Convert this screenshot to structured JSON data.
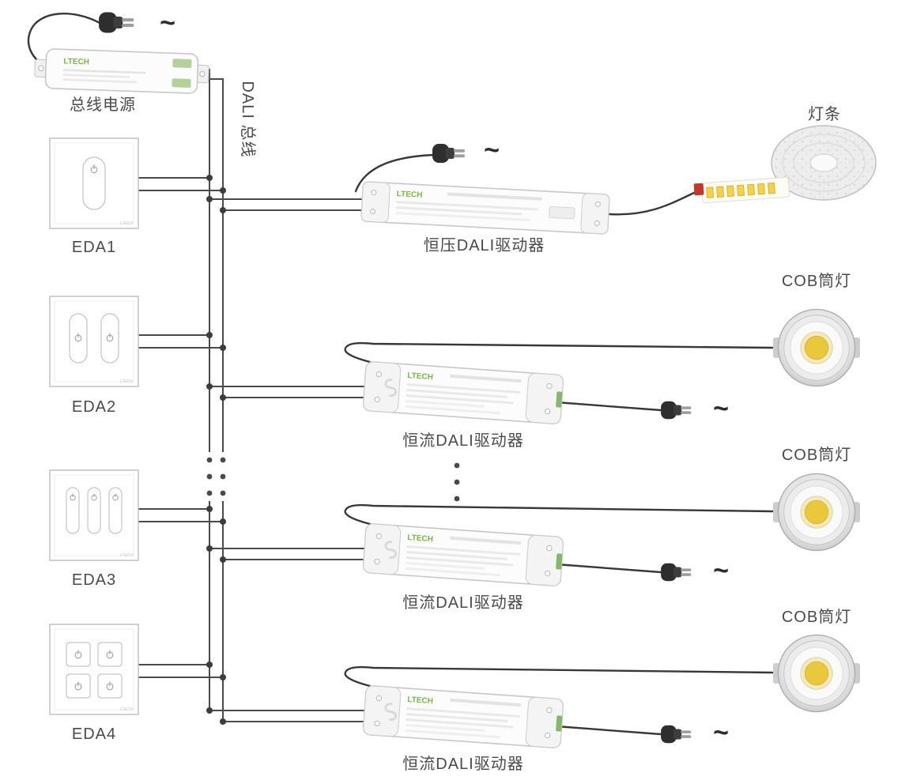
{
  "brand": "LTECH",
  "ac_symbol": "~",
  "bus": {
    "power_label": "总线电源",
    "bus_label": "DALI 总线"
  },
  "panels": [
    {
      "label": "EDA1"
    },
    {
      "label": "EDA2"
    },
    {
      "label": "EDA3"
    },
    {
      "label": "EDA4"
    }
  ],
  "drivers": [
    {
      "label": "恒压DALI驱动器",
      "load": "灯条"
    },
    {
      "label": "恒流DALI驱动器",
      "load": "COB筒灯"
    },
    {
      "label": "恒流DALI驱动器",
      "load": "COB筒灯"
    },
    {
      "label": "恒流DALI驱动器",
      "load": "COB筒灯"
    }
  ]
}
